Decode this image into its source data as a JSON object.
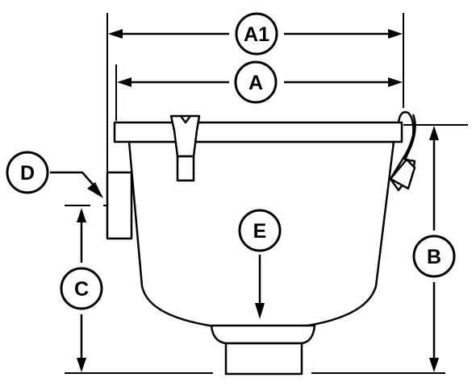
{
  "labels": {
    "a1": "A1",
    "a": "A",
    "b": "B",
    "c": "C",
    "d": "D",
    "e": "E"
  }
}
